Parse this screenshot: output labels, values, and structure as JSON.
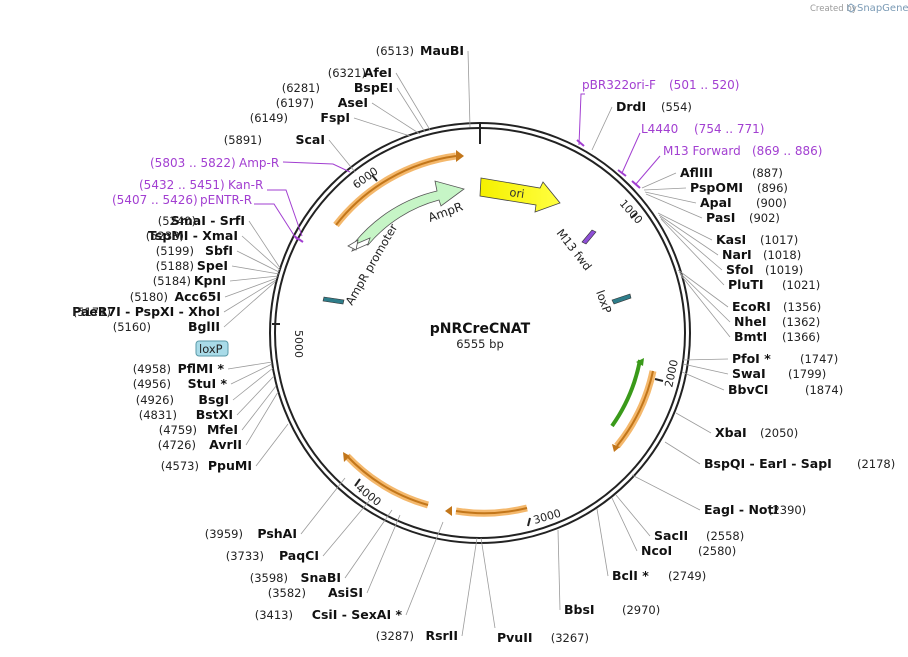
{
  "plasmid": {
    "name": "pNRCreCNAT",
    "length": "6555 bp"
  },
  "credit": {
    "prefix": "Created by",
    "brand": "SnapGene"
  },
  "ticks": [
    "1000",
    "2000",
    "3000",
    "4000",
    "5000",
    "6000"
  ],
  "features": {
    "ori": "ori",
    "ampr": "AmpR",
    "ampr_promoter": "AmpR promoter",
    "m13_fwd": "M13 fwd",
    "loxp_right": "loxP",
    "loxp_left": "loxP"
  },
  "primers": {
    "pbr322": {
      "name": "pBR322ori-F",
      "range": "(501 .. 520)"
    },
    "l4440": {
      "name": "L4440",
      "range": "(754 .. 771)"
    },
    "m13forward": {
      "name": "M13 Forward",
      "range": "(869 .. 886)"
    },
    "ampr": {
      "name": "Amp-R",
      "range": "(5803 .. 5822)"
    },
    "kanr": {
      "name": "Kan-R",
      "range": "(5432 .. 5451)"
    },
    "pentr": {
      "name": "pENTR-R",
      "range": "(5407 .. 5426)"
    }
  },
  "sites_right": [
    {
      "name": "DrdI",
      "pos": "(554)"
    },
    {
      "name": "AflIII",
      "pos": "(887)"
    },
    {
      "name": "PspOMI",
      "pos": "(896)"
    },
    {
      "name": "ApaI",
      "pos": "(900)"
    },
    {
      "name": "PasI",
      "pos": "(902)"
    },
    {
      "name": "KasI",
      "pos": "(1017)"
    },
    {
      "name": "NarI",
      "pos": "(1018)"
    },
    {
      "name": "SfoI",
      "pos": "(1019)"
    },
    {
      "name": "PluTI",
      "pos": "(1021)"
    },
    {
      "name": "EcoRI",
      "pos": "(1356)"
    },
    {
      "name": "NheI",
      "pos": "(1362)"
    },
    {
      "name": "BmtI",
      "pos": "(1366)"
    },
    {
      "name": "PfoI *",
      "pos": "(1747)"
    },
    {
      "name": "SwaI",
      "pos": "(1799)"
    },
    {
      "name": "BbvCI",
      "pos": "(1874)"
    },
    {
      "name": "XbaI",
      "pos": "(2050)"
    },
    {
      "name": "BspQI  - EarI  - SapI",
      "pos": "(2178)"
    },
    {
      "name": "EagI  - NotI",
      "pos": "(2390)"
    },
    {
      "name": "SacII",
      "pos": "(2558)"
    },
    {
      "name": "NcoI",
      "pos": "(2580)"
    },
    {
      "name": "BclI *",
      "pos": "(2749)"
    },
    {
      "name": "BbsI",
      "pos": "(2970)"
    }
  ],
  "sites_left": [
    {
      "name": "MauBI",
      "pos": "(6513)"
    },
    {
      "name": "AfeI",
      "pos": "(6321)"
    },
    {
      "name": "BspEI",
      "pos": "(6281)"
    },
    {
      "name": "AseI",
      "pos": "(6197)"
    },
    {
      "name": "FspI",
      "pos": "(6149)"
    },
    {
      "name": "ScaI",
      "pos": "(5891)"
    },
    {
      "name": "SmaI  - SrfI",
      "pos": "(5240)"
    },
    {
      "name": "TspMI  - XmaI",
      "pos": "(5238)"
    },
    {
      "name": "SbfI",
      "pos": "(5199)"
    },
    {
      "name": "SpeI",
      "pos": "(5188)"
    },
    {
      "name": "KpnI",
      "pos": "(5184)"
    },
    {
      "name": "Acc65I",
      "pos": "(5180)"
    },
    {
      "name": "PaeR7I  - PspXI  - XhoI",
      "pos": "(5171)"
    },
    {
      "name": "BglII",
      "pos": "(5160)"
    },
    {
      "name": "PflMI *",
      "pos": "(4958)"
    },
    {
      "name": "StuI *",
      "pos": "(4956)"
    },
    {
      "name": "BsgI",
      "pos": "(4926)"
    },
    {
      "name": "BstXI",
      "pos": "(4831)"
    },
    {
      "name": "MfeI",
      "pos": "(4759)"
    },
    {
      "name": "AvrII",
      "pos": "(4726)"
    },
    {
      "name": "PpuMI",
      "pos": "(4573)"
    },
    {
      "name": "PshAI",
      "pos": "(3959)"
    },
    {
      "name": "PaqCI",
      "pos": "(3733)"
    },
    {
      "name": "SnaBI",
      "pos": "(3598)"
    },
    {
      "name": "AsiSI",
      "pos": "(3582)"
    },
    {
      "name": "CsiI  - SexAI *",
      "pos": "(3413)"
    },
    {
      "name": "RsrII",
      "pos": "(3287)"
    },
    {
      "name": "PvuII",
      "pos": "(3267)"
    }
  ]
}
